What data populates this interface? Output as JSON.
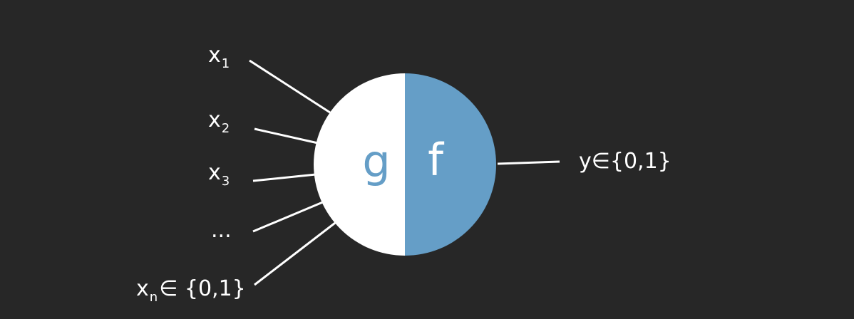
{
  "inputs": [
    {
      "base": "x",
      "subscript": "1",
      "suffix": ""
    },
    {
      "base": "x",
      "subscript": "2",
      "suffix": ""
    },
    {
      "base": "x",
      "subscript": "3",
      "suffix": ""
    },
    {
      "base": "...",
      "subscript": "",
      "suffix": ""
    },
    {
      "base": "x",
      "subscript": "n",
      "suffix": "∈ {0,1}"
    }
  ],
  "neuron": {
    "left_letter": "g",
    "right_letter": "f"
  },
  "output": {
    "label": "y∈{0,1}"
  },
  "colors": {
    "background": "#272727",
    "line": "#ffffff",
    "neuron_left_fill": "#ffffff",
    "neuron_right_fill": "#659ec7",
    "left_letter_color": "#659ec7",
    "right_letter_color": "#ffffff"
  }
}
